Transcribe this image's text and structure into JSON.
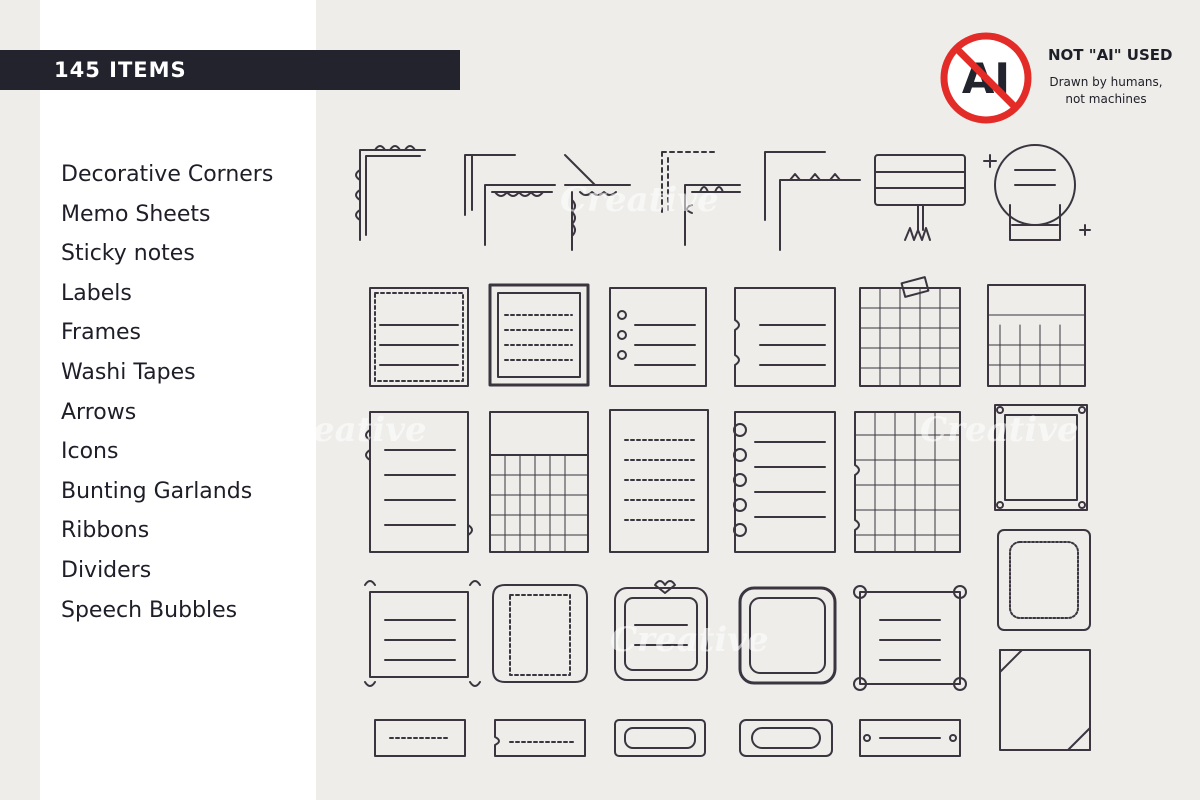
{
  "banner": {
    "count_label": "145 ITEMS"
  },
  "items": [
    "Decorative Corners",
    "Memo Sheets",
    "Sticky notes",
    "Labels",
    "Frames",
    "Washi Tapes",
    "Arrows",
    "Icons",
    "Bunting Garlands",
    "Ribbons",
    "Dividers",
    "Speech Bubbles"
  ],
  "badge": {
    "logo_text": "AI",
    "title": "NOT \"AI\" USED",
    "line1": "Drawn by humans,",
    "line2": "not machines"
  },
  "watermark": {
    "text": "Creative"
  },
  "colors": {
    "ink": "#3b3540",
    "banner": "#23232e",
    "prohibit_red": "#e32b28",
    "background": "#eeedea"
  }
}
